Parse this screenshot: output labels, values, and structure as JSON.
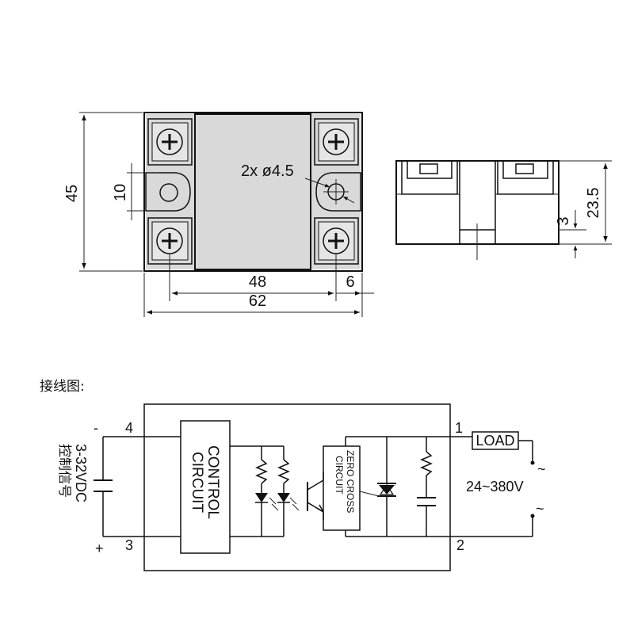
{
  "top_view": {
    "dim_height": "45",
    "dim_hole_spacing": "10",
    "dim_hole_diameter": "2x ø4.5",
    "dim_hole_pitch": "48",
    "dim_edge": "6",
    "dim_width": "62"
  },
  "side_view": {
    "dim_height": "23.5",
    "dim_step": "3"
  },
  "wiring": {
    "title": "接线图:",
    "terminal_4": "4",
    "terminal_3": "3",
    "terminal_1": "1",
    "terminal_2": "2",
    "minus_sign": "-",
    "plus_sign": "+",
    "input_voltage": "3-32VDC",
    "input_signal_cn": "控制信号",
    "control_line1": "CONTROL",
    "control_line2": "CIRCUIT",
    "zero_line1": "ZERO CROSS",
    "zero_line2": "CIRCUIT",
    "load_label": "LOAD",
    "output_voltage": "24~380V",
    "ac_symbol_top": "~",
    "ac_symbol_bottom": "~"
  }
}
